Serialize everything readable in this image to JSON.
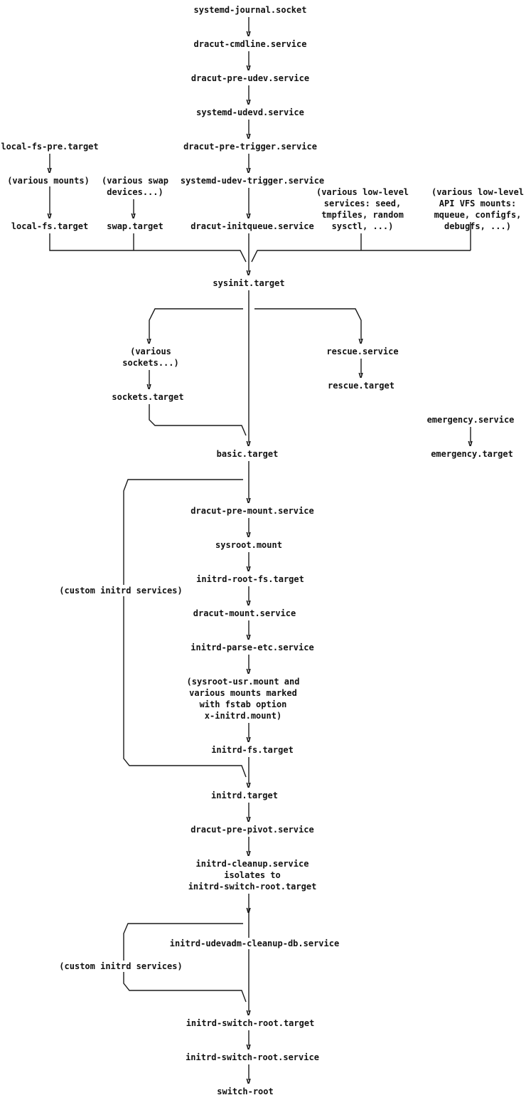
{
  "diagram": {
    "title": "systemd initrd boot-up flow",
    "arrow_glyph": "v",
    "nodes": {
      "journal_socket": "systemd-journal.socket",
      "cmdline": "dracut-cmdline.service",
      "pre_udev": "dracut-pre-udev.service",
      "udevd": "systemd-udevd.service",
      "pre_trigger": "dracut-pre-trigger.service",
      "udev_trigger": "systemd-udev-trigger.service",
      "initqueue": "dracut-initqueue.service",
      "local_fs_pre": "local-fs-pre.target",
      "various_mounts": "(various mounts)",
      "local_fs": "local-fs.target",
      "various_swap": "(various swap\ndevices...)",
      "swap": "swap.target",
      "low_level_services": "(various low-level\nservices: seed,\ntmpfiles, random\nsysctl, ...)",
      "api_vfs_mounts": "(various low-level\nAPI VFS mounts:\nmqueue, configfs,\ndebugfs, ...)",
      "sysinit": "sysinit.target",
      "various_sockets": "(various\nsockets...)",
      "sockets": "sockets.target",
      "rescue_service": "rescue.service",
      "rescue_target": "rescue.target",
      "emergency_service": "emergency.service",
      "emergency_target": "emergency.target",
      "basic": "basic.target",
      "custom_initrd_1": "(custom initrd services)",
      "pre_mount": "dracut-pre-mount.service",
      "sysroot_mount": "sysroot.mount",
      "root_fs": "initrd-root-fs.target",
      "dracut_mount": "dracut-mount.service",
      "parse_etc": "initrd-parse-etc.service",
      "sysroot_usr": "(sysroot-usr.mount and\nvarious mounts marked\nwith fstab option\nx-initrd.mount)",
      "initrd_fs": "initrd-fs.target",
      "initrd_target": "initrd.target",
      "pre_pivot": "dracut-pre-pivot.service",
      "cleanup": "initrd-cleanup.service\nisolates to\ninitrd-switch-root.target",
      "custom_initrd_2": "(custom initrd services)",
      "udevadm_cleanup": "initrd-udevadm-cleanup-db.service",
      "switch_root_target": "initrd-switch-root.target",
      "switch_root_service": "initrd-switch-root.service",
      "switch_root": "switch-root"
    }
  }
}
